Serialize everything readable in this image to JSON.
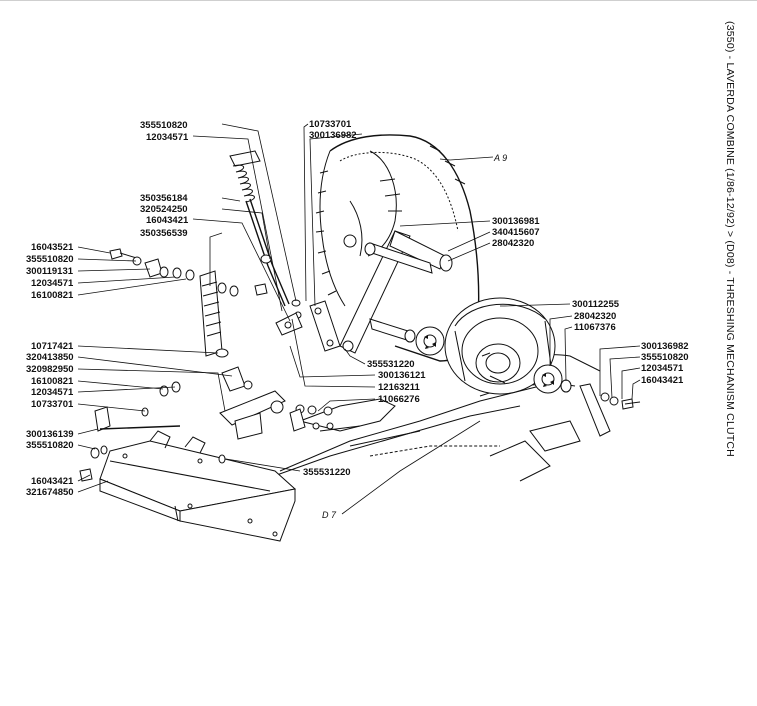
{
  "title": "(3550) - LAVERDA COMBINE (1/86-12/92) > (D08) - THRESHING MECHANISM CLUTCH",
  "references": {
    "a9": "A 9",
    "d7": "D 7"
  },
  "parts": {
    "p355510820_top": "355510820",
    "p12034571_top": "12034571",
    "p10733701_top": "10733701",
    "p300136982_top": "300136982",
    "p350356184": "350356184",
    "p320524250": "320524250",
    "p16043421_mid": "16043421",
    "p350356539": "350356539",
    "p16043521": "16043521",
    "p355510820_l": "355510820",
    "p300119131": "300119131",
    "p12034571_l": "12034571",
    "p16100821_l": "16100821",
    "p300136981": "300136981",
    "p340415607": "340415607",
    "p28042320_top": "28042320",
    "p300112255": "300112255",
    "p28042320_r": "28042320",
    "p11067376": "11067376",
    "p300136982_r": "300136982",
    "p355510820_r": "355510820",
    "p12034571_r": "12034571",
    "p16043421_r": "16043421",
    "p10717421": "10717421",
    "p320413850": "320413850",
    "p320982950": "320982950",
    "p16100821_b": "16100821",
    "p12034571_b": "12034571",
    "p10733701_b": "10733701",
    "p355531220_mid": "355531220",
    "p300136121": "300136121",
    "p12163211": "12163211",
    "p11066276": "11066276",
    "p300136139": "300136139",
    "p355510820_b": "355510820",
    "p16043421_b": "16043421",
    "p321674850": "321674850",
    "p355531220_bot": "355531220"
  }
}
